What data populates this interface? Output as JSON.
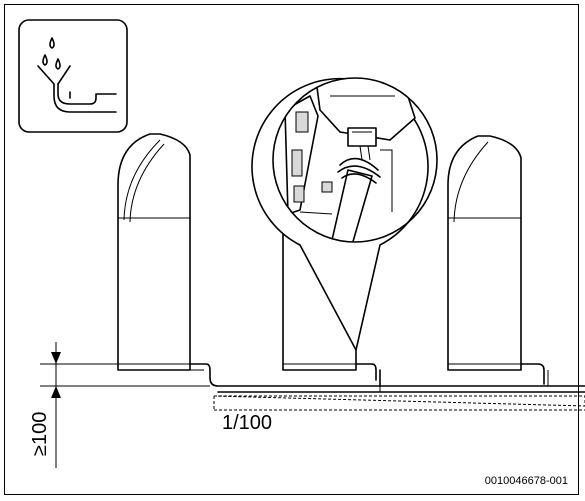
{
  "figure": {
    "icon": "condensate-drain-icon",
    "slope_label": "1/100",
    "height_label": "≥100",
    "doc_id": "0010046678-001",
    "line_color": "#000000",
    "background_color": "#ffffff"
  }
}
